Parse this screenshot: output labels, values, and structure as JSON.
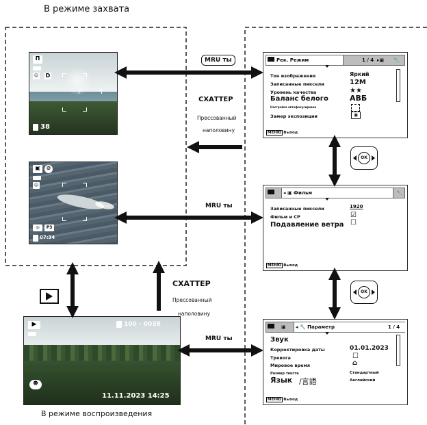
{
  "headings": {
    "capture_mode": "В режиме захвата",
    "playback_mode": "В режиме воспроизведения"
  },
  "capture_screen1": {
    "mode_icon": "П",
    "d_icon": "D",
    "shots_remaining": "38"
  },
  "capture_screen2": {
    "p3_icon": "P3",
    "time_remaining": "07:34"
  },
  "playback_screen": {
    "file_number": "100 - 0038",
    "datetime": "11.11.2023 14:25"
  },
  "labels": {
    "mru_top": "MRU ты",
    "shutter_top": "СХАТТЕР",
    "half_press_top_1": "Прессованный",
    "half_press_top_2": "наполовину",
    "mru_middle": "MRU ты",
    "shutter_bottom": "СХАТТЕР",
    "half_press_bottom_1": "Прессованный",
    "half_press_bottom_2": "наполовину",
    "mru_bottom": "MRU ты",
    "ok_1": "OK",
    "ok_2": "OK"
  },
  "menu_rec": {
    "tab": "Рек. Режим",
    "page": "1 / 4",
    "items": [
      {
        "label": "Тон изображения",
        "value": "Яркий"
      },
      {
        "label": "Записанные пиксели",
        "value": "12M"
      },
      {
        "label": "Уровень качества",
        "value": "★★"
      },
      {
        "label": "Баланс белого",
        "value": "АВБ"
      },
      {
        "label": "Настройка автофокусировки",
        "value": ""
      },
      {
        "label": "Замер экспозиции",
        "value": ""
      }
    ],
    "footer_key": "МЕНЮ",
    "footer": "Выход"
  },
  "menu_movie": {
    "tab": "Фильм",
    "items": [
      {
        "label": "Записанные пиксели",
        "value": "1920"
      },
      {
        "label": "Фильм и СР",
        "value": "☑"
      },
      {
        "label": "Подавление ветра",
        "value": "☐"
      }
    ],
    "footer_key": "МЕНЮ",
    "footer": "Выход"
  },
  "menu_setup": {
    "tab": "Параметр",
    "page": "1 / 4",
    "items": [
      {
        "label": "Звук",
        "value": ""
      },
      {
        "label": "Корректировка даты",
        "value": "01.01.2023"
      },
      {
        "label": "Тревога",
        "value": "☐"
      },
      {
        "label": "Мировое время",
        "value": "⌂"
      },
      {
        "label": "Размер текста",
        "value": "Стандартный"
      },
      {
        "label": "Язык",
        "label2": "/言語",
        "value": "Английский"
      }
    ],
    "footer_key": "МЕНЮ",
    "footer": "Выход"
  },
  "colors": {
    "frame_line": "#222222",
    "menu_header": "#bdbdbd"
  }
}
